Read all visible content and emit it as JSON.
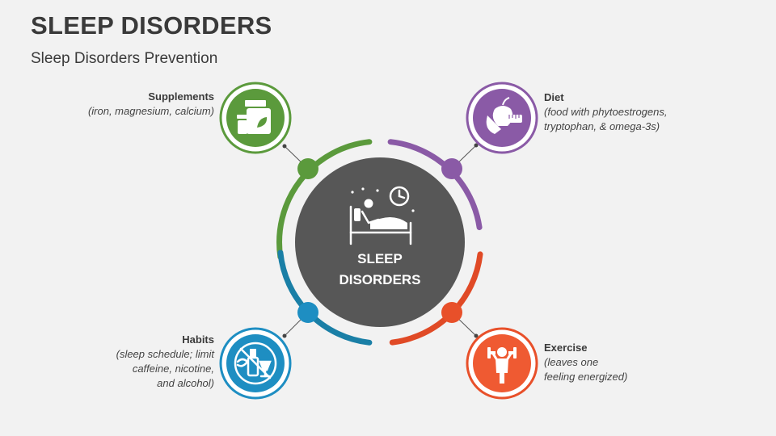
{
  "header": {
    "title": "SLEEP DISORDERS",
    "subtitle": "Sleep Disorders Prevention"
  },
  "center": {
    "line1": "SLEEP",
    "line2": "DISORDERS",
    "color": "#575757",
    "icon": "person-in-bed-clock-icon"
  },
  "items": [
    {
      "title": "Supplements",
      "desc": [
        "(iron, magnesium, calcium)"
      ],
      "color": "#5b9a3c",
      "icon": "supplement-bottles-icon"
    },
    {
      "title": "Diet",
      "desc": [
        "(food with phytoestrogens,",
        "tryptophan, & omega-3s)"
      ],
      "color": "#8a5aa6",
      "icon": "fruit-vegetable-measure-icon"
    },
    {
      "title": "Habits",
      "desc": [
        "(sleep schedule; limit",
        "caffeine, nicotine,",
        "and alcohol)"
      ],
      "color": "#1e8ec2",
      "icon": "no-smoking-drinking-icon"
    },
    {
      "title": "Exercise",
      "desc": [
        "(leaves one",
        "feeling energized)"
      ],
      "color": "#e8502a",
      "icon": "dumbbell-person-icon"
    }
  ]
}
